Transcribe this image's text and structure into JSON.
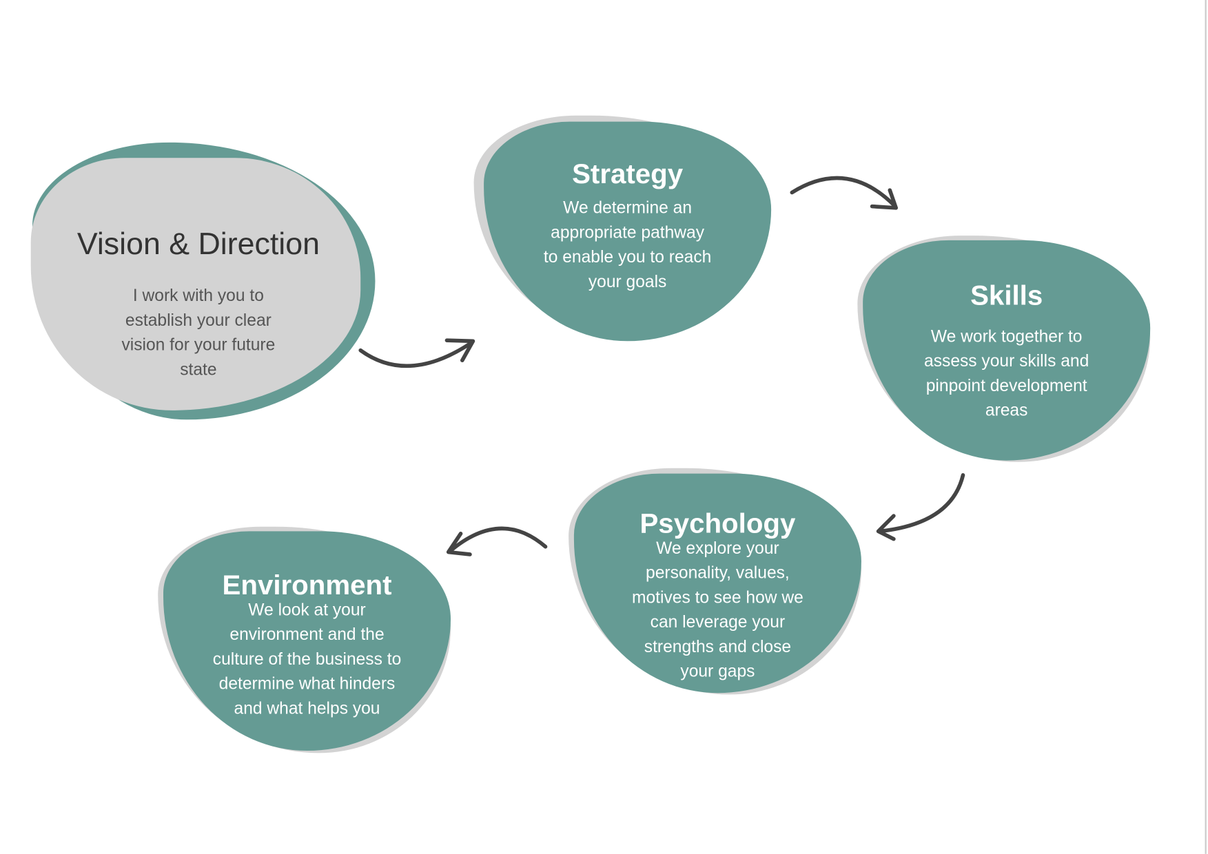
{
  "colors": {
    "teal": "#659b94",
    "gray": "#d3d3d3",
    "arrow": "#444444",
    "title_dark": "#333333"
  },
  "steps": [
    {
      "title": "Vision & Direction",
      "lines": [
        "I work with you to",
        "establish your clear",
        "vision for your future",
        "state"
      ]
    },
    {
      "title": "Strategy",
      "lines": [
        "We determine an",
        "appropriate pathway",
        "to enable you to reach",
        "your goals"
      ]
    },
    {
      "title": "Skills",
      "lines": [
        "We work together to",
        "assess your skills and",
        "pinpoint development",
        "areas"
      ]
    },
    {
      "title": "Psychology",
      "lines": [
        "We explore your",
        "personality, values,",
        "motives to see how we",
        "can leverage your",
        "strengths and close",
        "your gaps"
      ]
    },
    {
      "title": "Environment",
      "lines": [
        "We look at your",
        "environment and the",
        "culture of the business to",
        "determine what hinders",
        "and what helps you"
      ]
    }
  ]
}
